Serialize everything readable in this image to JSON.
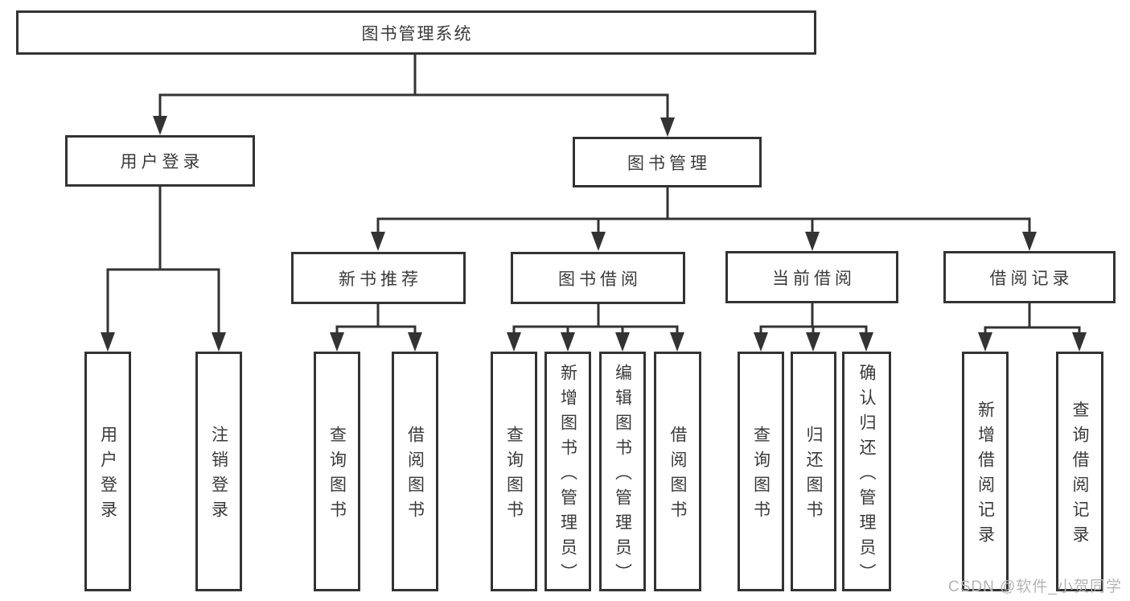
{
  "diagram": {
    "title": "图书管理系统",
    "tree": {
      "root": {
        "label": "图书管理系统",
        "children": [
          {
            "label": "用户登录",
            "children": [
              {
                "label": "用户登录"
              },
              {
                "label": "注销登录"
              }
            ]
          },
          {
            "label": "图书管理",
            "children": [
              {
                "label": "新书推荐",
                "children": [
                  {
                    "label": "查询图书"
                  },
                  {
                    "label": "借阅图书"
                  }
                ]
              },
              {
                "label": "图书借阅",
                "children": [
                  {
                    "label": "查询图书"
                  },
                  {
                    "label": "新增图书（管理员）"
                  },
                  {
                    "label": "编辑图书（管理员）"
                  },
                  {
                    "label": "借阅图书"
                  }
                ]
              },
              {
                "label": "当前借阅",
                "children": [
                  {
                    "label": "查询图书"
                  },
                  {
                    "label": "归还图书"
                  },
                  {
                    "label": "确认归还（管理员）"
                  }
                ]
              },
              {
                "label": "借阅记录",
                "children": [
                  {
                    "label": "新增借阅记录"
                  },
                  {
                    "label": "查询借阅记录"
                  }
                ]
              }
            ]
          }
        ]
      }
    },
    "colors": {
      "line": "#333333",
      "text": "#3a3a3a",
      "box_background": "#ffffff",
      "watermark": "#b4b4b4"
    }
  },
  "watermark": {
    "text": "CSDN @软件_小贺同学"
  }
}
